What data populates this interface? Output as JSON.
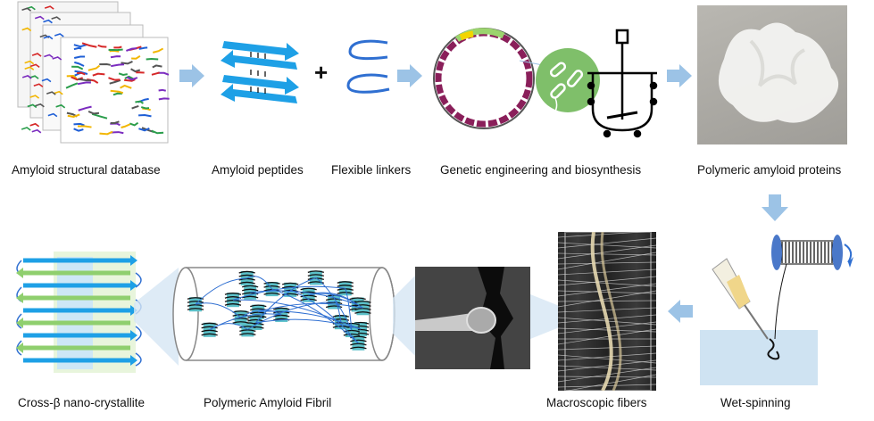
{
  "captions": {
    "database": "Amyloid structural database",
    "peptides": "Amyloid peptides",
    "linkers": "Flexible linkers",
    "genetic": "Genetic engineering and biosynthesis",
    "polymeric_proteins": "Polymeric amyloid proteins",
    "crystallite": "Cross-β nano-crystallite",
    "fibril": "Polymeric Amyloid Fibril",
    "macroscopic": "Macroscopic fibers",
    "wetspinning": "Wet-spinning"
  },
  "symbols": {
    "plus": "+"
  },
  "colors": {
    "arrow_blue": "#9cc3e6",
    "strand_blue": "#1ea0e6",
    "strand_green": "#8fcf6e",
    "coil_teal": "#5bc0c8",
    "plasmid_purple": "#8a1f5a",
    "bacteria_green": "#7fbf6a",
    "bath_blue": "#cfe3f2"
  }
}
